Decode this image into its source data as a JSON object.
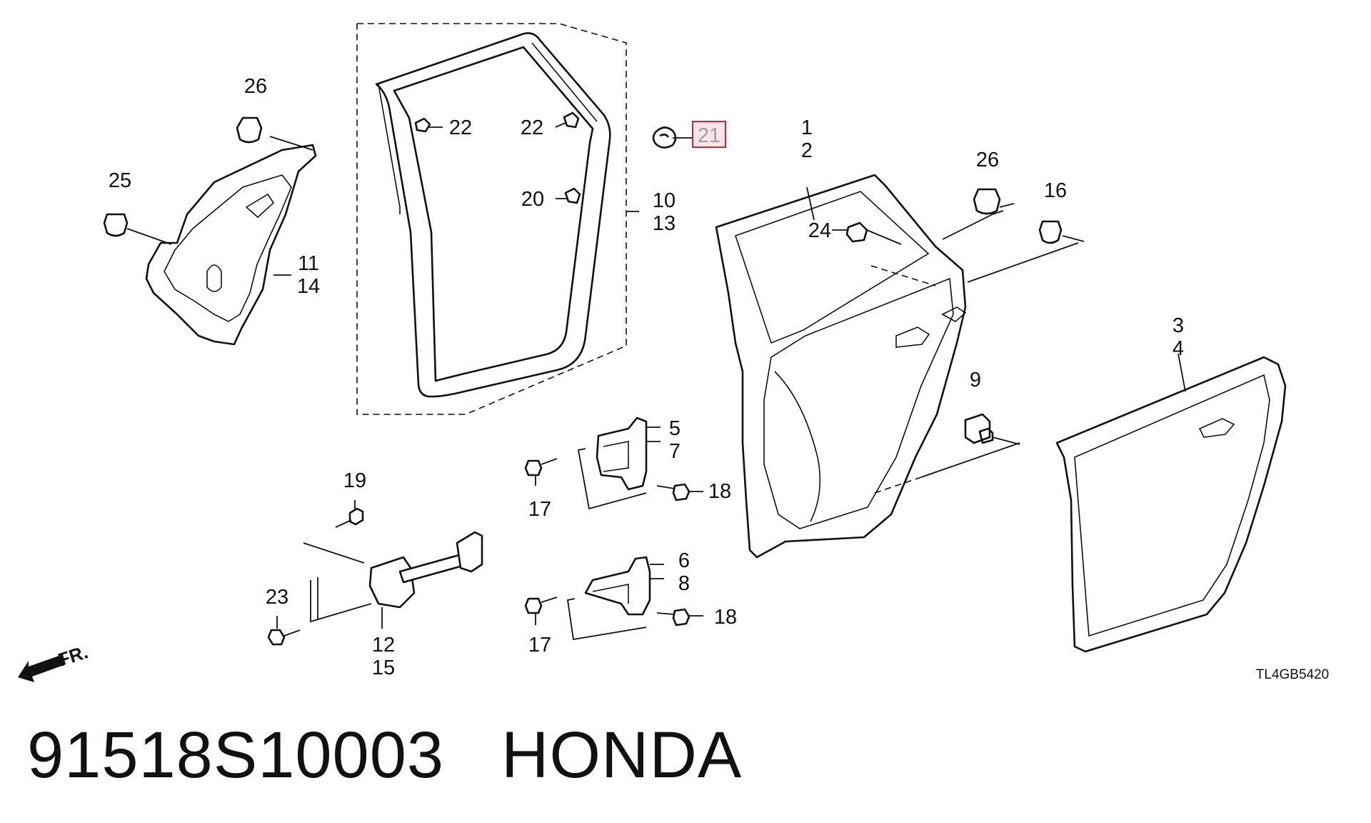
{
  "diagram": {
    "callouts": {
      "c1": "1",
      "c2": "2",
      "c3": "3",
      "c4": "4",
      "c5": "5",
      "c6": "6",
      "c7": "7",
      "c8": "8",
      "c9": "9",
      "c10": "10",
      "c11": "11",
      "c12": "12",
      "c13": "13",
      "c14": "14",
      "c15": "15",
      "c16": "16",
      "c17a": "17",
      "c17b": "17",
      "c18a": "18",
      "c18b": "18",
      "c19": "19",
      "c20": "20",
      "c21": "21",
      "c22a": "22",
      "c22b": "22",
      "c23": "23",
      "c24": "24",
      "c25": "25",
      "c26a": "26",
      "c26b": "26"
    },
    "highlighted_part": "21",
    "highlight_color": "#d0243e",
    "direction_label": "FR.",
    "drawing_code": "TL4GB5420"
  },
  "footer": {
    "part_number": "91518S10003",
    "brand": "HONDA"
  }
}
